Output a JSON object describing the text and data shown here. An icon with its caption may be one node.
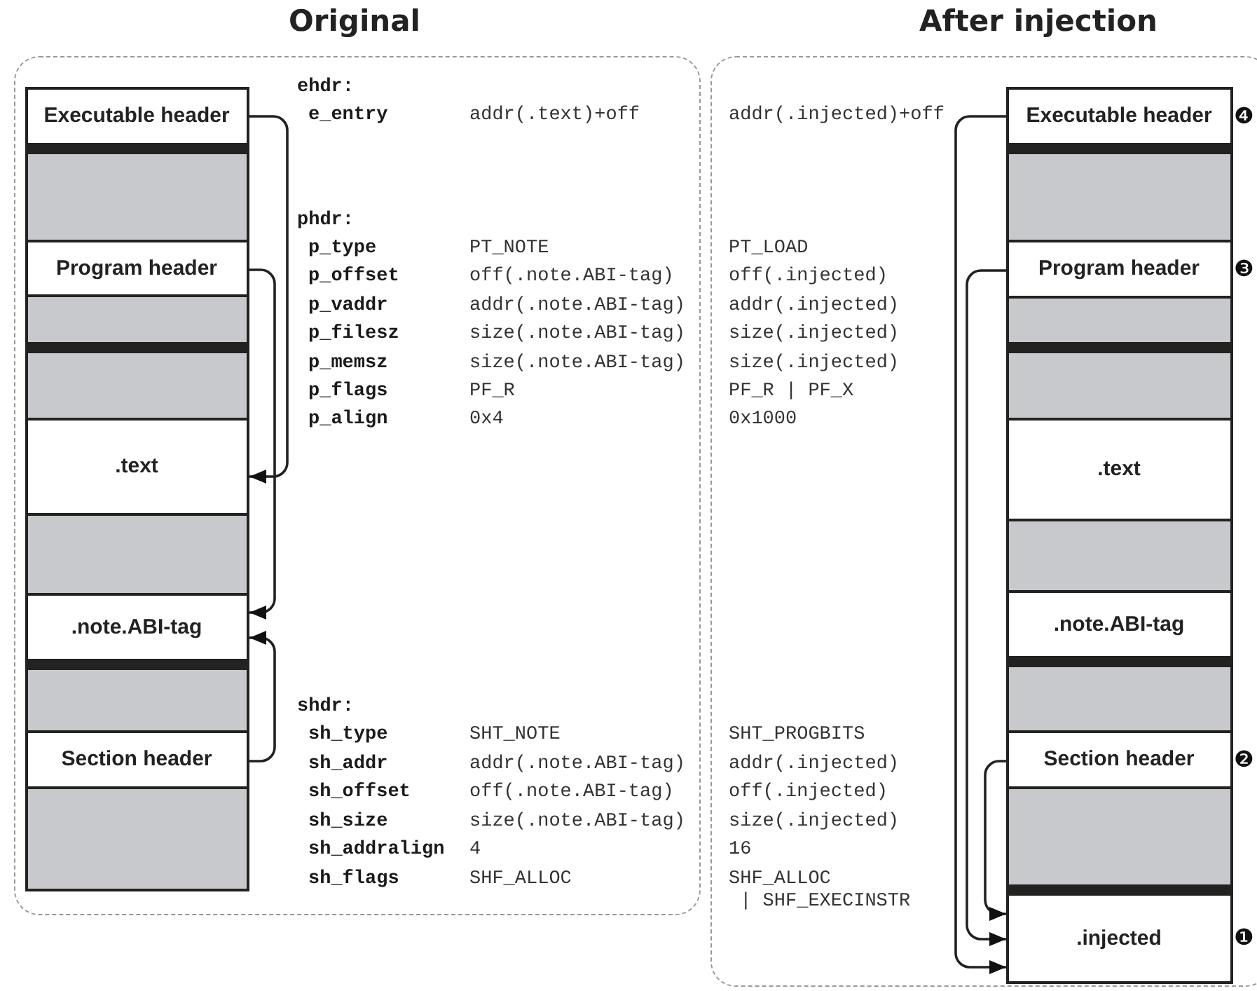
{
  "diagram": {
    "nodes": [
      {
        "text": [
          "Original"
        ]
      },
      {
        "text": [
          "Executable header"
        ],
        "in": 0
      },
      {
        "text": [],
        "shape": "box",
        "in": 0
      },
      {
        "text": [
          "Program header"
        ],
        "in": 0
      },
      {
        "text": [],
        "shape": "box",
        "in": 0
      },
      {
        "text": [],
        "shape": "box",
        "in": 0
      },
      {
        "text": [
          ".text"
        ],
        "in": 0
      },
      {
        "text": [],
        "shape": "box",
        "in": 0
      },
      {
        "text": [
          ".note.ABI-tag"
        ],
        "in": 0
      },
      {
        "text": [],
        "shape": "box",
        "in": 0
      },
      {
        "text": [
          "Section header"
        ],
        "in": 0
      },
      {
        "text": [],
        "shape": "box",
        "in": 0
      },
      {
        "text": [
          "After injection"
        ]
      },
      {
        "text": [
          "Executable header"
        ],
        "in": 12,
        "beside": [
          "❹"
        ]
      },
      {
        "text": [],
        "shape": "box",
        "in": 12
      },
      {
        "text": [
          "Program header"
        ],
        "in": 12,
        "beside": [
          "❸"
        ]
      },
      {
        "text": [],
        "shape": "box",
        "in": 12
      },
      {
        "text": [],
        "shape": "box",
        "in": 12
      },
      {
        "text": [
          ".text"
        ],
        "in": 12
      },
      {
        "text": [],
        "shape": "box",
        "in": 12
      },
      {
        "text": [
          ".note.ABI-tag"
        ],
        "in": 12
      },
      {
        "text": [],
        "shape": "box",
        "in": 12
      },
      {
        "text": [
          "Section header"
        ],
        "in": 12,
        "beside": [
          "❷"
        ]
      },
      {
        "text": [],
        "shape": "box",
        "in": 12
      },
      {
        "text": [
          ".injected"
        ],
        "in": 12,
        "beside": [
          "❶"
        ]
      }
    ],
    "edges": [
      {
        "from": 1,
        "to": 6,
        "arrow": "to"
      },
      {
        "from": 3,
        "to": 8,
        "arrow": "to"
      },
      {
        "from": 10,
        "to": 8,
        "arrow": "to"
      },
      {
        "from": 13,
        "to": 24,
        "arrow": "to"
      },
      {
        "from": 15,
        "to": 24,
        "arrow": "to"
      },
      {
        "from": 22,
        "to": 24,
        "arrow": "to"
      }
    ],
    "labels": [
      "ehdr:",
      "e_entry",
      "addr(.text)+off",
      "addr(.injected)+off",
      "phdr:",
      "p_type",
      "PT_NOTE",
      "PT_LOAD",
      "p_offset",
      "off(.note.ABI-tag)",
      "off(.injected)",
      "p_vaddr",
      "addr(.note.ABI-tag)",
      "addr(.injected)",
      "p_filesz",
      "size(.note.ABI-tag)",
      "size(.injected)",
      "p_memsz",
      "size(.note.ABI-tag)",
      "size(.injected)",
      "p_flags",
      "PF_R",
      "PF_R | PF_X",
      "p_align",
      "0x4",
      "0x1000",
      "shdr:",
      "sh_type",
      "SHT_NOTE",
      "SHT_PROGBITS",
      "sh_addr",
      "addr(.note.ABI-tag)",
      "addr(.injected)",
      "sh_offset",
      "off(.note.ABI-tag)",
      "off(.injected)",
      "sh_size",
      "size(.note.ABI-tag)",
      "size(.injected)",
      "sh_addralign",
      "4",
      "16",
      "sh_flags",
      "SHF_ALLOC",
      "SHF_ALLOC | SHF_EXECINSTR"
    ]
  }
}
